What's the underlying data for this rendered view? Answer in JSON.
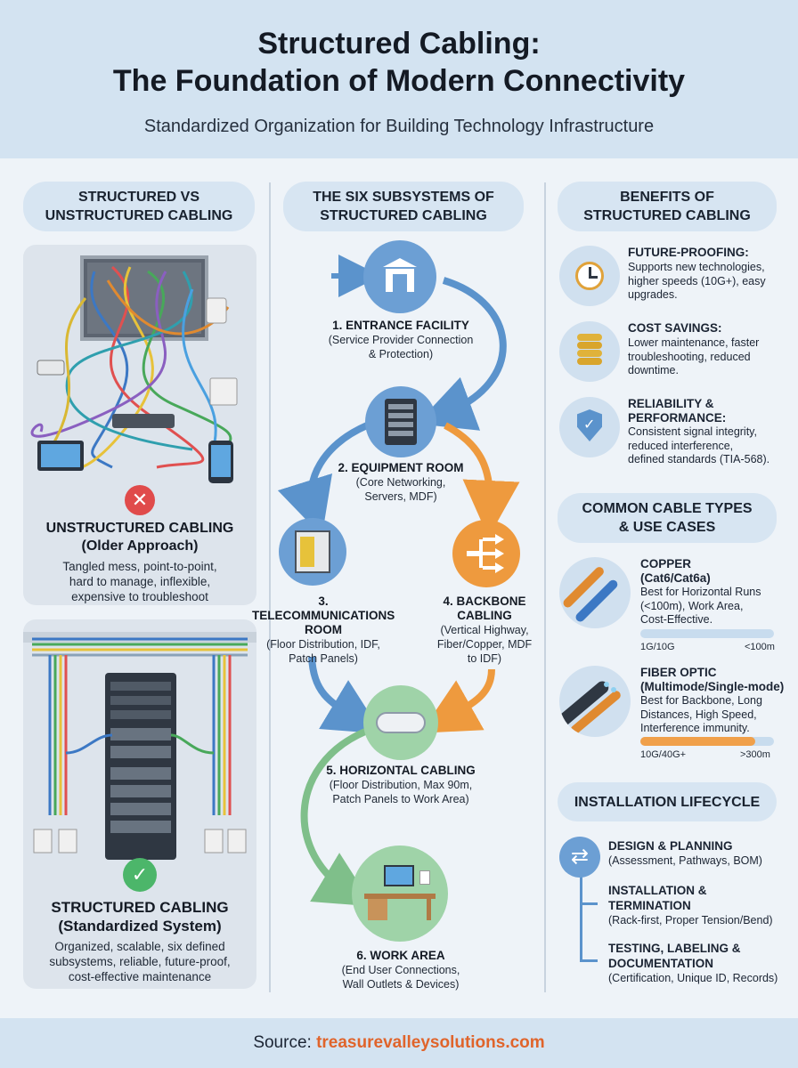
{
  "header": {
    "title_line1": "Structured Cabling:",
    "title_line2": "The Foundation of Modern Connectivity",
    "subtitle": "Standardized Organization for Building Technology Infrastructure"
  },
  "left": {
    "heading_line1": "STRUCTURED VS",
    "heading_line2": "UNSTRUCTURED CABLING",
    "unstructured": {
      "title": "UNSTRUCTURED CABLING",
      "subtitle": "(Older Approach)",
      "desc_lines": [
        "Tangled mess, point-to-point,",
        "hard to manage, inflexible,",
        "expensive to troubleshoot"
      ]
    },
    "structured": {
      "title": "STRUCTURED CABLING",
      "subtitle": "(Standardized System)",
      "desc_lines": [
        "Organized, scalable, six defined",
        "subsystems, reliable, future-proof,",
        "cost-effective maintenance"
      ]
    }
  },
  "middle": {
    "heading_line1": "THE SIX SUBSYSTEMS OF",
    "heading_line2": "STRUCTURED CABLING",
    "subsystems": [
      {
        "title": "1. ENTRANCE FACILITY",
        "lines": [
          "(Service Provider Connection",
          "& Protection)"
        ]
      },
      {
        "title": "2. EQUIPMENT ROOM",
        "lines": [
          "(Core Networking,",
          "Servers, MDF)"
        ]
      },
      {
        "title_lines": [
          "3. TELECOMMUNICATIONS",
          "ROOM"
        ],
        "lines": [
          "(Floor Distribution, IDF,",
          "Patch Panels)"
        ]
      },
      {
        "title_lines": [
          "4. BACKBONE",
          "CABLING"
        ],
        "lines": [
          "(Vertical Highway,",
          "Fiber/Copper, MDF",
          "to IDF)"
        ]
      },
      {
        "title": "5. HORIZONTAL CABLING",
        "lines": [
          "(Floor Distribution, Max 90m,",
          "Patch Panels to Work Area)"
        ]
      },
      {
        "title": "6. WORK AREA",
        "lines": [
          "(End User Connections,",
          "Wall Outlets & Devices)"
        ]
      }
    ]
  },
  "right": {
    "benefits_heading_line1": "BENEFITS OF",
    "benefits_heading_line2": "STRUCTURED CABLING",
    "benefits": [
      {
        "icon": "clock-refresh-icon",
        "title_lines": [
          "FUTURE-PROOFING:"
        ],
        "lines": [
          "Supports new technologies,",
          "higher speeds (10G+), easy",
          "upgrades."
        ]
      },
      {
        "icon": "coin-stack-icon",
        "title_lines": [
          "COST SAVINGS:"
        ],
        "lines": [
          "Lower maintenance, faster",
          "troubleshooting, reduced",
          "downtime."
        ]
      },
      {
        "icon": "shield-check-icon",
        "title_lines": [
          "RELIABILITY &",
          "PERFORMANCE:"
        ],
        "lines": [
          "Consistent signal integrity,",
          "reduced interference,",
          "defined standards (TIA-568)."
        ]
      }
    ],
    "cables_heading_line1": "COMMON CABLE TYPES",
    "cables_heading_line2": "& USE CASES",
    "cables": [
      {
        "icon": "copper-cable-icon",
        "title_lines": [
          "COPPER",
          "(Cat6/Cat6a)"
        ],
        "lines": [
          "Best for Horizontal Runs",
          "(<100m), Work Area,",
          "Cost-Effective."
        ],
        "speed": "1G/10G",
        "distance": "<100m",
        "fill": 0.0,
        "color": "#c8dcee"
      },
      {
        "icon": "fiber-optic-cable-icon",
        "title_lines": [
          "FIBER OPTIC",
          "(Multimode/Single-mode)"
        ],
        "lines": [
          "Best for Backbone, Long",
          "Distances, High Speed,",
          "Interference immunity."
        ],
        "speed": "10G/40G+",
        "distance": ">300m",
        "fill": 0.86,
        "color": "#f0a04a"
      }
    ],
    "lifecycle_heading": "INSTALLATION LIFECYCLE",
    "lifecycle": [
      {
        "title_lines": [
          "DESIGN & PLANNING"
        ],
        "lines": [
          "(Assessment, Pathways, BOM)"
        ]
      },
      {
        "title_lines": [
          "INSTALLATION &",
          "TERMINATION"
        ],
        "lines": [
          "(Rack-first, Proper Tension/Bend)"
        ]
      },
      {
        "title_lines": [
          "TESTING, LABELING &",
          "DOCUMENTATION"
        ],
        "lines": [
          "(Certification, Unique ID, Records)"
        ]
      }
    ]
  },
  "footer": {
    "label": "Source: ",
    "source": "treasurevalleysolutions.com"
  },
  "colors": {
    "blue": "#5b93cc",
    "orange": "#ee9a3e",
    "green": "#7fbf8a",
    "red": "#e04b4b"
  }
}
